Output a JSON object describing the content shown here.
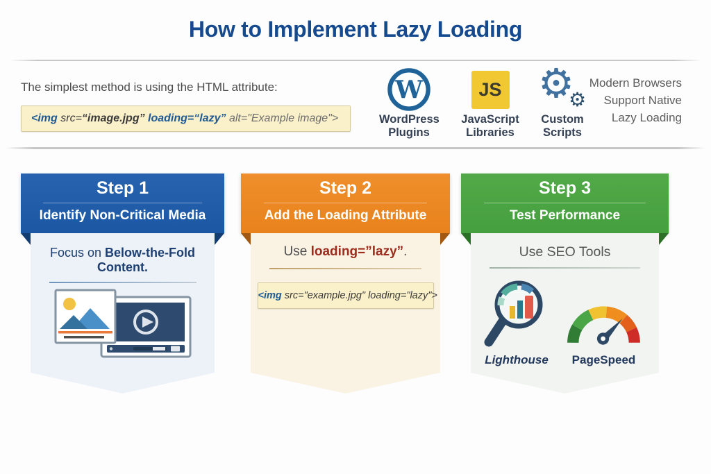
{
  "title": "How to Implement Lazy Loading",
  "intro": {
    "lead": "The simplest method is using the HTML attribute:",
    "code_parts": [
      "<img ",
      "src=",
      "“image.jpg”",
      " loading=",
      "“lazy”",
      " alt=\"Example image\">"
    ]
  },
  "methods": [
    {
      "name": "wordpress-plugins",
      "monogram": "W",
      "label_line1": "WordPress",
      "label_line2": "Plugins"
    },
    {
      "name": "javascript-libraries",
      "badge": "JS",
      "label_line1": "JavaScript",
      "label_line2": "Libraries"
    },
    {
      "name": "custom-scripts",
      "gear_glyph": "⚙",
      "label_line1": "Custom",
      "label_line2": "Scripts"
    }
  ],
  "native_note": {
    "line1": "Modern Browsers",
    "line2": "Support Native",
    "line3": "Lazy Loading"
  },
  "steps": [
    {
      "label": "Step 1",
      "heading": "Identify Non-Critical Media",
      "body": {
        "lead": "Focus on ",
        "emphasis": "Below-the-Fold Content."
      }
    },
    {
      "label": "Step 2",
      "heading": "Add the Loading Attribute",
      "body": {
        "use_prefix": "Use ",
        "use_code": "loading=”lazy”",
        "use_suffix": ".",
        "code_parts": [
          "<img",
          " src=\"example.jpg\" loading=\"lazy\">"
        ]
      }
    },
    {
      "label": "Step 3",
      "heading": "Test Performance",
      "body": {
        "lead": "Use SEO Tools",
        "tools": [
          {
            "label": "Lighthouse"
          },
          {
            "label": "PageSpeed"
          }
        ]
      }
    }
  ],
  "colors": {
    "title_blue": "#164a8e",
    "step1_header": "#1c57a4",
    "step2_header": "#e8821c",
    "step3_header": "#469f3e",
    "step1_body": "#edf2f9",
    "step2_body": "#faf3e3",
    "step3_body": "#f1f4f0",
    "code_bg": "#faf0c9",
    "code_border": "#d5c9a0",
    "code_keyword_blue": "#1d5a96",
    "attribute_red": "#9e2c1e",
    "wordpress_blue": "#1f6399",
    "js_yellow": "#f2c832",
    "gear_blue": "#41729f"
  }
}
